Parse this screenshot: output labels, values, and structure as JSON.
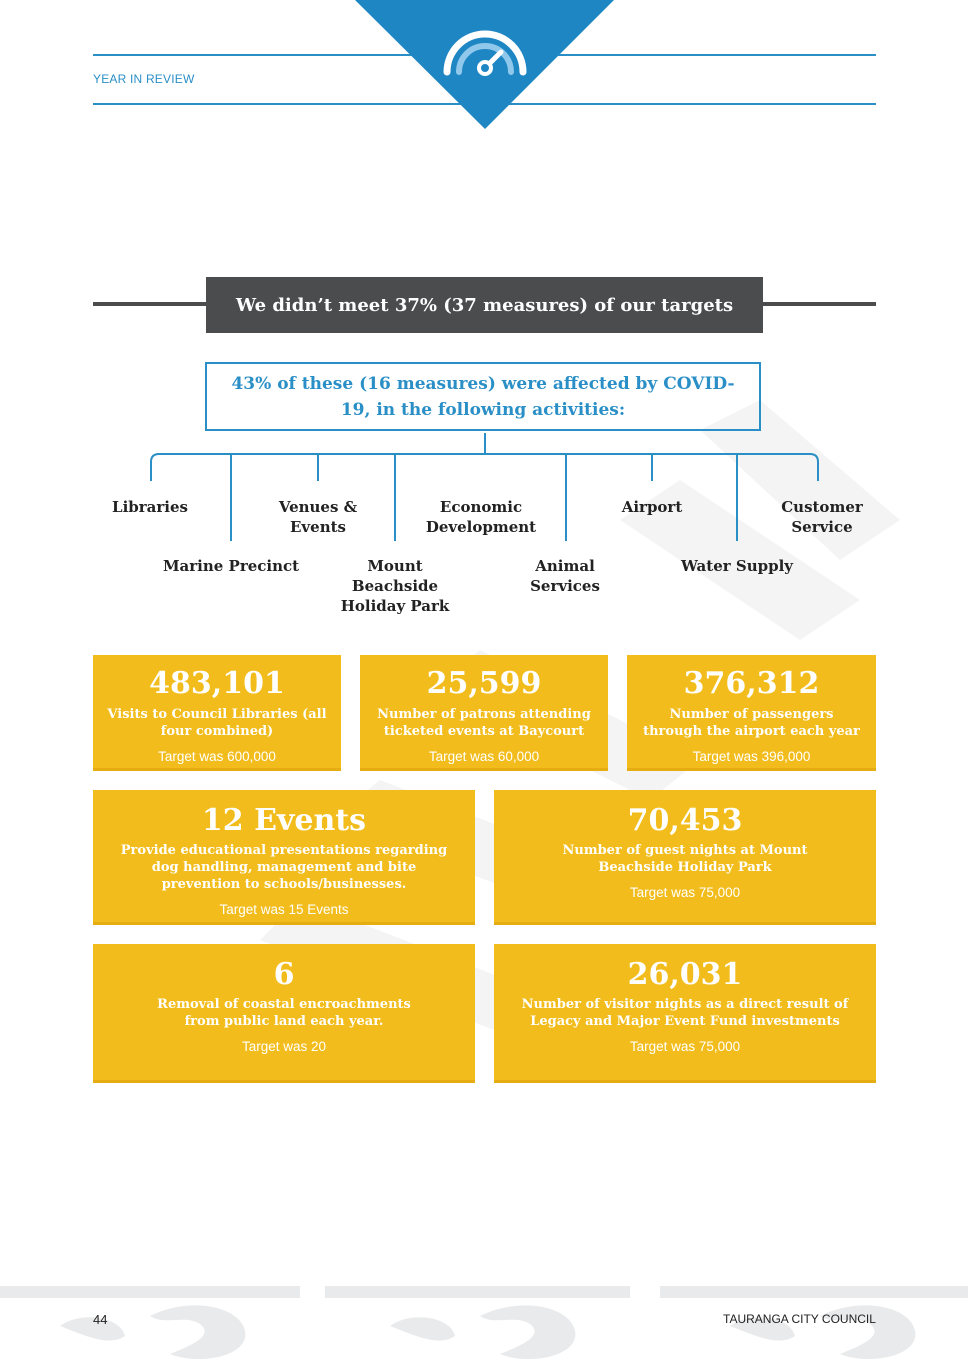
{
  "header": {
    "section_label": "YEAR IN REVIEW",
    "icon": "speedometer-icon",
    "accent_color": "#1f86c4"
  },
  "banner": {
    "text": "We didn’t meet 37% (37 measures) of our targets"
  },
  "covid": {
    "text": "43% of these (16 measures) were affected by COVID-19, in the following activities:"
  },
  "activities": [
    {
      "label": "Libraries"
    },
    {
      "label": "Marine Precinct"
    },
    {
      "label": "Venues & Events"
    },
    {
      "label": "Mount Beachside Holiday Park"
    },
    {
      "label": "Economic Development"
    },
    {
      "label": "Animal Services"
    },
    {
      "label": "Airport"
    },
    {
      "label": "Water Supply"
    },
    {
      "label": "Customer Service"
    }
  ],
  "stats": [
    {
      "value": "483,101",
      "description": "Visits to Council Libraries (all four combined)",
      "target": "Target was 600,000"
    },
    {
      "value": "25,599",
      "description": "Number of patrons attending ticketed events at Baycourt",
      "target": "Target was 60,000"
    },
    {
      "value": "376,312",
      "description": "Number of passengers through the airport each year",
      "target": "Target was 396,000"
    },
    {
      "value": "12 Events",
      "description": "Provide educational presentations regarding dog handling, management and bite prevention to schools/businesses.",
      "target": "Target was 15 Events"
    },
    {
      "value": "70,453",
      "description": "Number of guest nights at Mount Beachside Holiday Park",
      "target": "Target was 75,000"
    },
    {
      "value": "6",
      "description": "Removal of coastal encroachments from public land each year.",
      "target": "Target was 20"
    },
    {
      "value": "26,031",
      "description": "Number of visitor nights as a direct result of Legacy and Major Event Fund investments",
      "target": "Target was 75,000"
    }
  ],
  "footer": {
    "page_number": "44",
    "organisation": "TAURANGA CITY COUNCIL"
  },
  "colors": {
    "accent_blue": "#2a8fc6",
    "banner_grey": "#4b4c4e",
    "card_yellow": "#f2bd1c"
  }
}
